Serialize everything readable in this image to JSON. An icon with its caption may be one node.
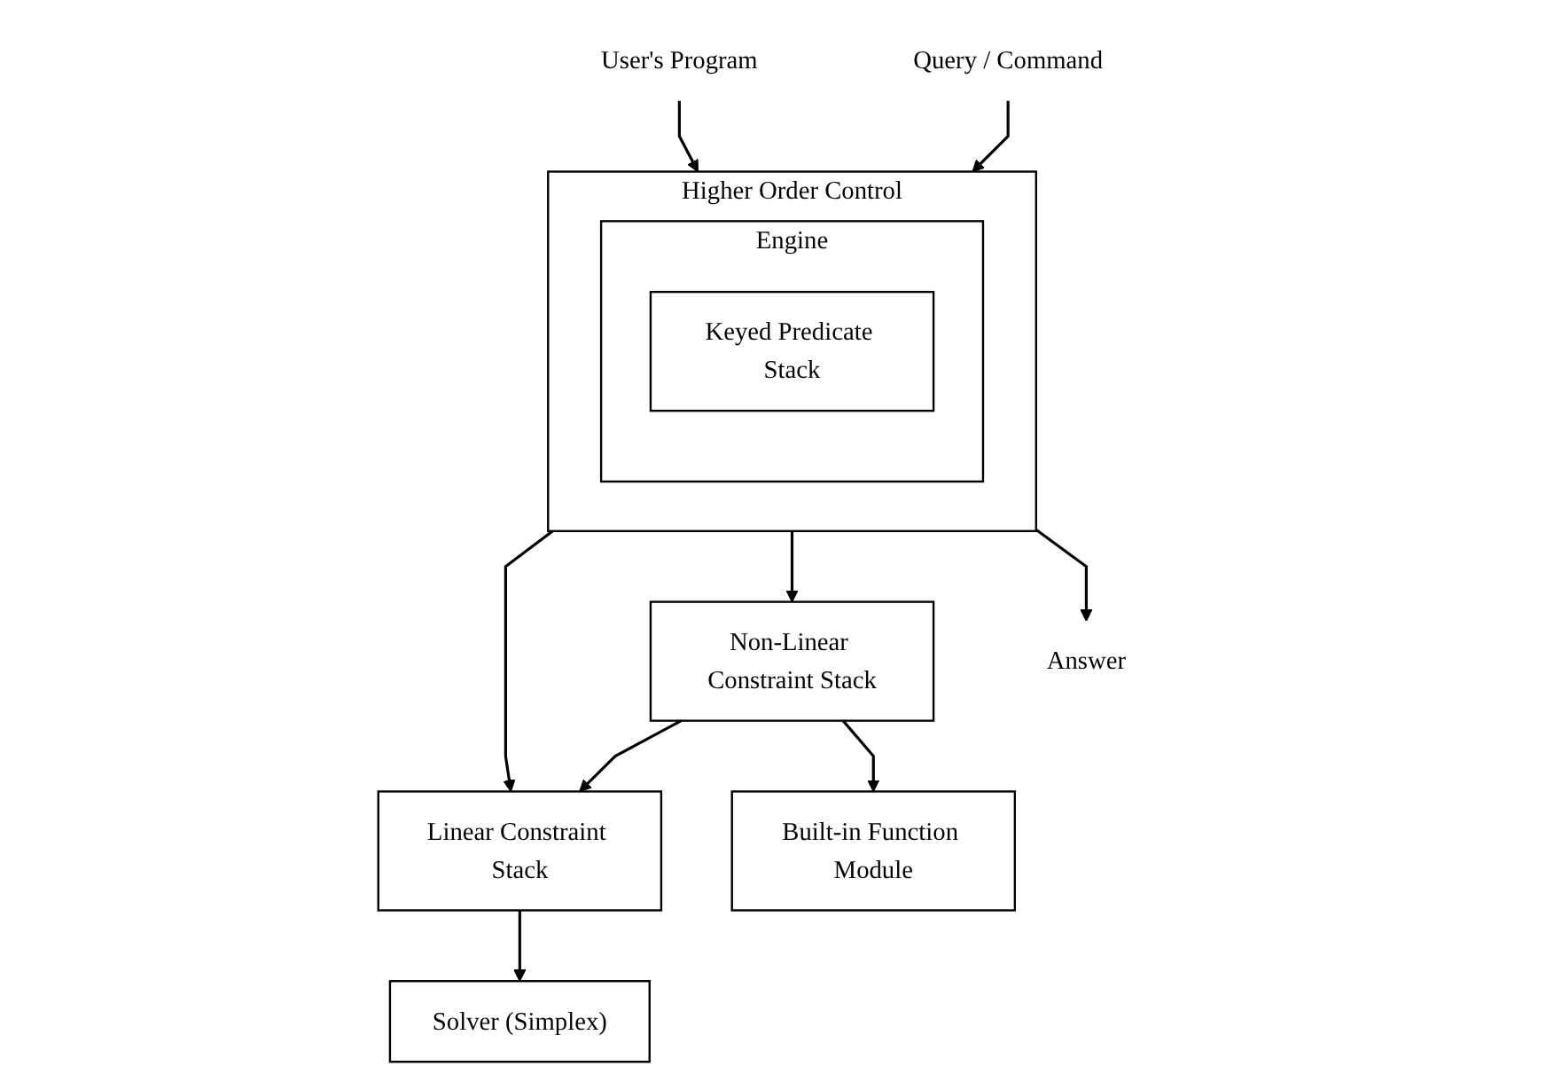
{
  "diagram": {
    "nodes": [
      {
        "text": [
          "User's Program"
        ]
      },
      {
        "text": [
          "Query / Command"
        ]
      },
      {
        "text": [
          "Higher Order Control"
        ]
      },
      {
        "text": [
          "Engine"
        ],
        "in": 2
      },
      {
        "text": [
          "Keyed Predicate Stack"
        ],
        "in": 3
      },
      {
        "text": [
          "Linear Constraint Stack"
        ]
      },
      {
        "text": [
          "Solver (Simplex)"
        ]
      },
      {
        "text": [
          "Non-Linear Constraint Stack"
        ]
      },
      {
        "text": [
          "Built-in Function Module"
        ]
      },
      {
        "text": [
          "Answer"
        ]
      }
    ],
    "edges": [
      {
        "from": 0,
        "to": 2,
        "arrow": "to"
      },
      {
        "from": 1,
        "to": 2,
        "arrow": "to"
      },
      {
        "from": 2,
        "to": 5,
        "arrow": "to"
      },
      {
        "from": 2,
        "to": 7,
        "arrow": "to"
      },
      {
        "from": 7,
        "to": 5,
        "arrow": "to"
      },
      {
        "from": 5,
        "to": 6,
        "arrow": "to"
      },
      {
        "from": 7,
        "to": 8,
        "arrow": "to"
      },
      {
        "from": 2,
        "to": 9,
        "arrow": "to"
      }
    ]
  }
}
